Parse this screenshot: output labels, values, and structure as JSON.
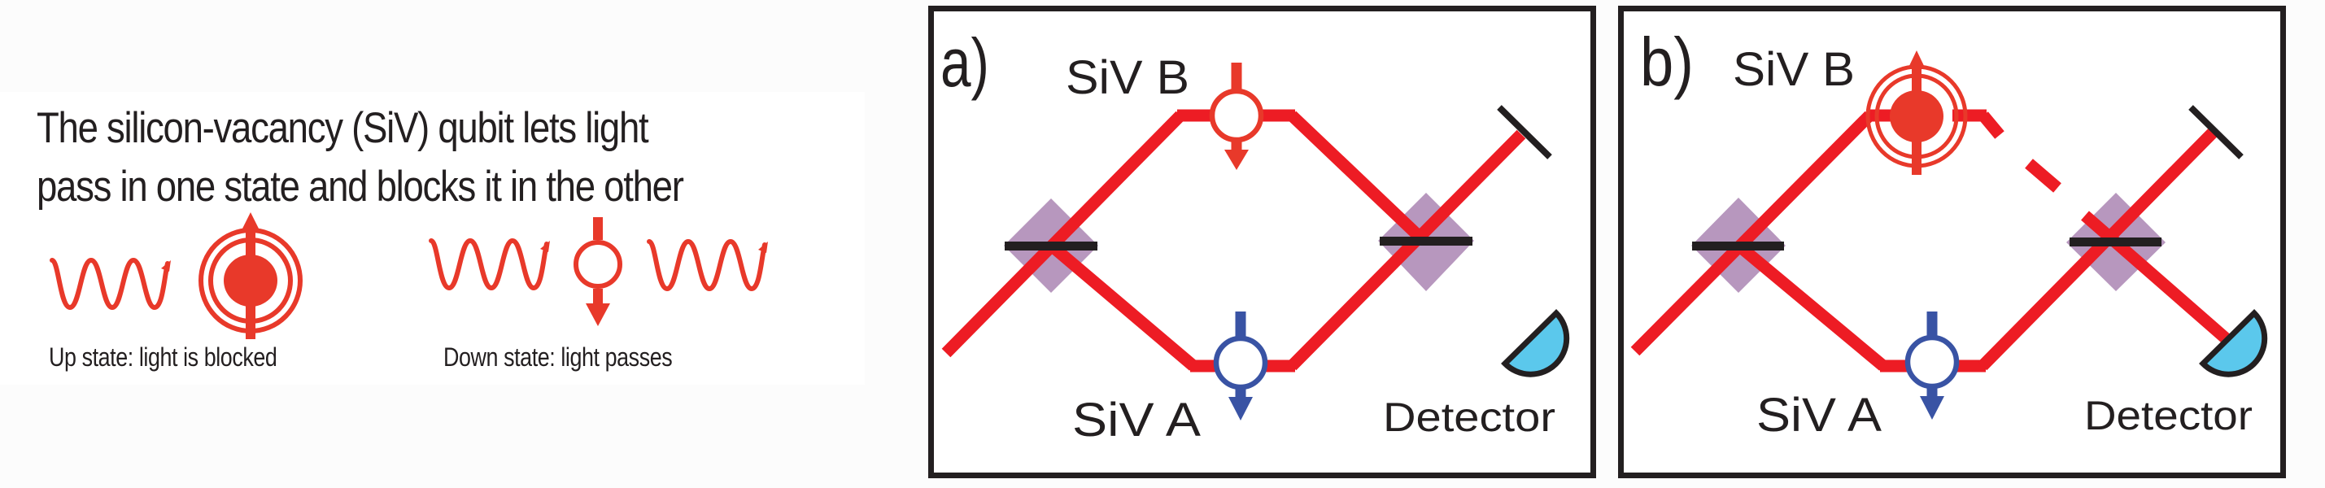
{
  "legend": {
    "caption_line1": "The silicon-vacancy (SiV) qubit lets light",
    "caption_line2": "pass in one state and blocks it in the other",
    "up_state_label": "Up state: light is blocked",
    "down_state_label": "Down state: light passes"
  },
  "panels": [
    {
      "id": "a",
      "label": "a)",
      "siv_b_label": "SiV B",
      "siv_a_label": "SiV A",
      "detector_label": "Detector",
      "siv_b_state": "down",
      "siv_a_state": "down",
      "light_reaches": "mirror"
    },
    {
      "id": "b",
      "label": "b)",
      "siv_b_label": "SiV B",
      "siv_a_label": "SiV A",
      "detector_label": "Detector",
      "siv_b_state": "up",
      "siv_a_state": "down",
      "light_reaches": "detector"
    }
  ],
  "colors": {
    "beam": "#ed1c24",
    "siv_b": "#e8392a",
    "siv_a": "#3953a4",
    "beam_splitter": "#b797be",
    "detector_fill": "#5bc8ec",
    "outline": "#231f20"
  }
}
